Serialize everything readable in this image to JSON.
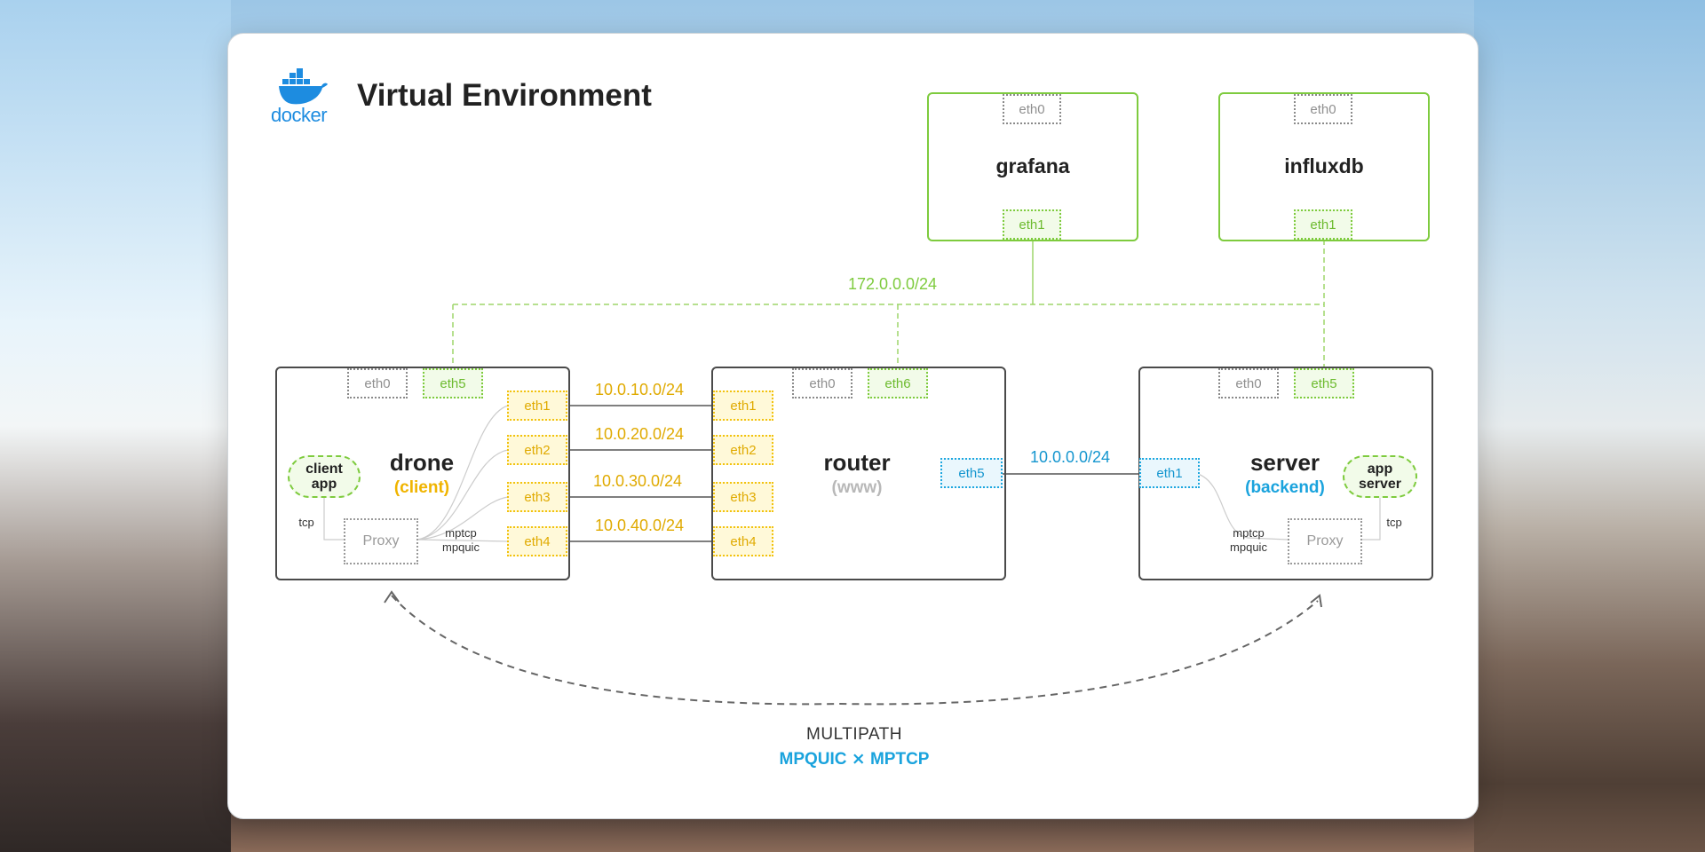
{
  "page": {
    "title": "Virtual Environment"
  },
  "logo": {
    "text": "docker"
  },
  "services": {
    "grafana": {
      "name": "grafana",
      "top_iface": "eth0",
      "bottom_iface": "eth1"
    },
    "influxdb": {
      "name": "influxdb",
      "top_iface": "eth0",
      "bottom_iface": "eth1"
    }
  },
  "networks": {
    "monitor": "172.0.0.0/24",
    "link1": "10.0.10.0/24",
    "link2": "10.0.20.0/24",
    "link3": "10.0.30.0/24",
    "link4": "10.0.40.0/24",
    "backend": "10.0.0.0/24"
  },
  "drone": {
    "name": "drone",
    "role": "(client)",
    "ifaces": [
      "eth0",
      "eth5",
      "eth1",
      "eth2",
      "eth3",
      "eth4"
    ],
    "app": [
      "client",
      "app"
    ],
    "proxy": "Proxy",
    "tcp": "tcp",
    "protocols": [
      "mptcp",
      "mpquic"
    ]
  },
  "router": {
    "name": "router",
    "role": "(www)",
    "ifaces": [
      "eth0",
      "eth6",
      "eth1",
      "eth2",
      "eth3",
      "eth4",
      "eth5"
    ]
  },
  "server": {
    "name": "server",
    "role": "(backend)",
    "ifaces": [
      "eth0",
      "eth5",
      "eth1"
    ],
    "app": [
      "app",
      "server"
    ],
    "proxy": "Proxy",
    "tcp": "tcp",
    "protocols": [
      "mptcp",
      "mpquic"
    ]
  },
  "footer": {
    "line1": "MULTIPATH",
    "line2": "MPQUIC ⨯ MPTCP"
  },
  "colors": {
    "green": "#7ecb3e",
    "yellow": "#f2c20f",
    "blue": "#1da7df",
    "grey": "#8a8a8a",
    "docker": "#1d8ce0"
  }
}
